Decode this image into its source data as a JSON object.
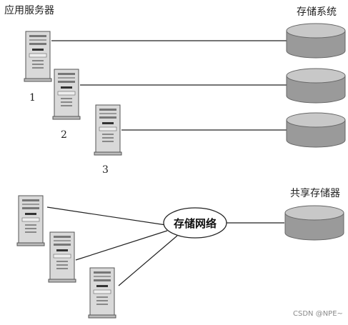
{
  "top_section": {
    "left_title": "应用服务器",
    "right_title": "存储系统",
    "server_numbers": [
      "1",
      "2",
      "3"
    ]
  },
  "bottom_section": {
    "shared_storage_title": "共享存储器",
    "network_label": "存储网络"
  },
  "watermark": "CSDN @NPE~",
  "colors": {
    "background": "#ffffff",
    "line": "#222222",
    "server_body": "#d9d9d9",
    "server_outline": "#555555",
    "disk_side": "#9a9a9a",
    "disk_top": "#c8c8c8"
  }
}
